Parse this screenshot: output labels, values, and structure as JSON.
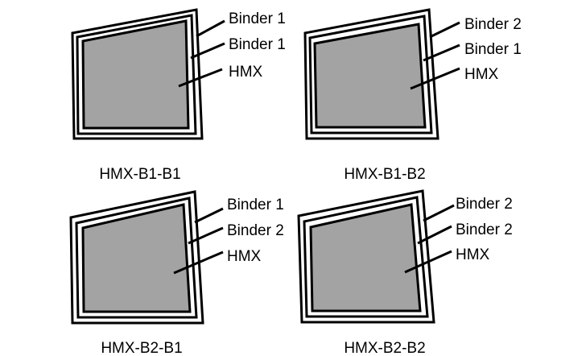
{
  "colors": {
    "core_fill": "#a3a3a3",
    "shell_fill": "#ffffff",
    "stroke": "#000000",
    "background": "#ffffff"
  },
  "panels": [
    {
      "caption": "HMX-B1-B1",
      "labels": {
        "outer_layer": "Binder 1",
        "inner_layer": "Binder 1",
        "core": "HMX"
      }
    },
    {
      "caption": "HMX-B1-B2",
      "labels": {
        "outer_layer": "Binder 2",
        "inner_layer": "Binder 1",
        "core": "HMX"
      }
    },
    {
      "caption": "HMX-B2-B1",
      "labels": {
        "outer_layer": "Binder 1",
        "inner_layer": "Binder 2",
        "core": "HMX"
      }
    },
    {
      "caption": "HMX-B2-B2",
      "labels": {
        "outer_layer": "Binder 2",
        "inner_layer": "Binder 2",
        "core": "HMX"
      }
    }
  ]
}
